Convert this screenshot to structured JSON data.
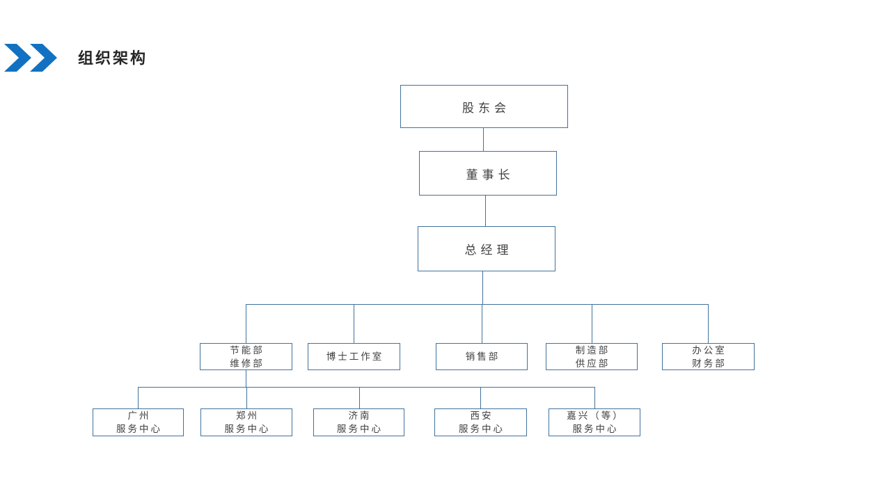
{
  "slide": {
    "title": "组织架构"
  },
  "colors": {
    "chevron_accent": "#1272c1",
    "box_border": "#41719c",
    "connector_line": "#41719c",
    "box_text": "#404040",
    "title_text": "#262626"
  },
  "org_chart": {
    "type": "organization-chart",
    "nodes": [
      {
        "id": "shareholders",
        "parent": null,
        "lines": [
          "股东会"
        ]
      },
      {
        "id": "chairman",
        "parent": "shareholders",
        "lines": [
          "董事长"
        ]
      },
      {
        "id": "general-manager",
        "parent": "chairman",
        "lines": [
          "总经理"
        ]
      },
      {
        "id": "energy-maintenance",
        "parent": "general-manager",
        "lines": [
          "节能部",
          "维修部"
        ]
      },
      {
        "id": "doctor-studio",
        "parent": "general-manager",
        "lines": [
          "博士工作室"
        ]
      },
      {
        "id": "sales",
        "parent": "general-manager",
        "lines": [
          "销售部"
        ]
      },
      {
        "id": "manufacturing-supply",
        "parent": "general-manager",
        "lines": [
          "制造部",
          "供应部"
        ]
      },
      {
        "id": "office-finance",
        "parent": "general-manager",
        "lines": [
          "办公室",
          "财务部"
        ]
      },
      {
        "id": "guangzhou-center",
        "parent": "energy-maintenance",
        "lines": [
          "广州",
          "服务中心"
        ]
      },
      {
        "id": "zhengzhou-center",
        "parent": "energy-maintenance",
        "lines": [
          "郑州",
          "服务中心"
        ]
      },
      {
        "id": "jinan-center",
        "parent": "energy-maintenance",
        "lines": [
          "济南",
          "服务中心"
        ]
      },
      {
        "id": "xian-center",
        "parent": "energy-maintenance",
        "lines": [
          "西安",
          "服务中心"
        ]
      },
      {
        "id": "jiaxing-center",
        "parent": "energy-maintenance",
        "lines": [
          "嘉兴（等）",
          "服务中心"
        ]
      }
    ]
  }
}
